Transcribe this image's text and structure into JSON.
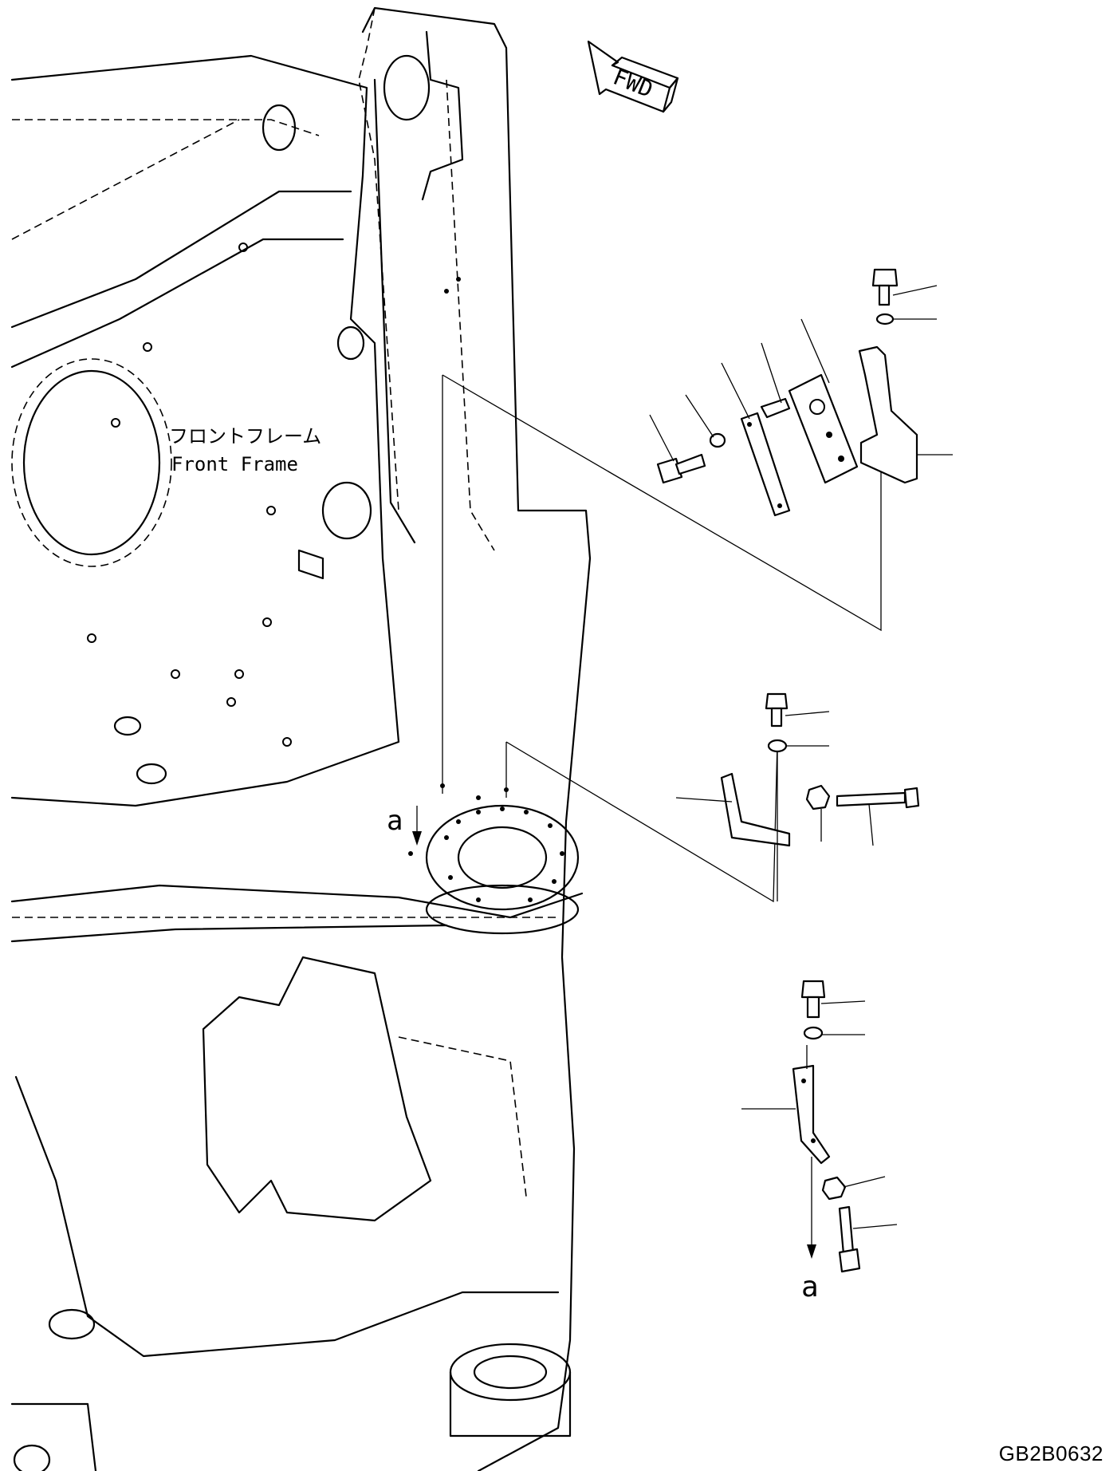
{
  "drawing": {
    "frame_label_jp": "フロントフレーム",
    "frame_label_en": "Front Frame",
    "direction_label": "FWD",
    "view_marker_top": "a",
    "view_marker_bottom": "a",
    "drawing_code": "GB2B0632"
  },
  "parts": [
    {
      "group": "upper-bracket-assembly",
      "items": [
        "bolt",
        "washer",
        "bracket",
        "bolt",
        "washer",
        "plate",
        "spacer",
        "block"
      ]
    },
    {
      "group": "middle-bracket-assembly",
      "items": [
        "bolt",
        "washer",
        "bent-bracket",
        "nut",
        "bolt"
      ]
    },
    {
      "group": "lower-bracket-assembly",
      "items": [
        "bolt",
        "washer",
        "bracket",
        "nut",
        "bolt"
      ]
    }
  ]
}
